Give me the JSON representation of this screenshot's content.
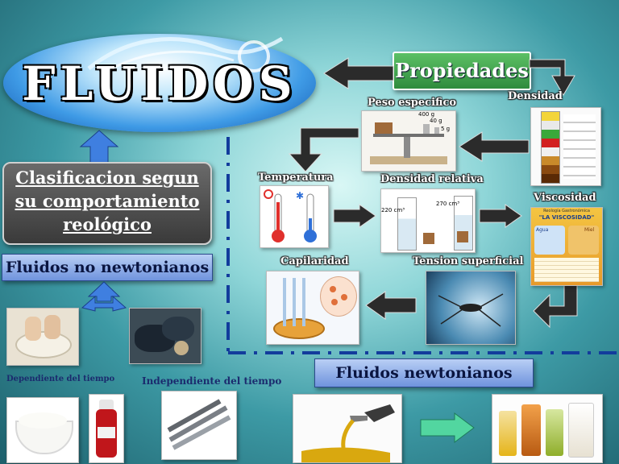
{
  "title": "FLUIDOS",
  "properties_header": "Propiedades",
  "classification_box": {
    "line1": "Clasificacion segun",
    "line2": "su comportamiento",
    "line3": "reológico"
  },
  "non_newtonian_label": "Fluidos no newtonianos",
  "newtonian_label": "Fluidos newtonianos",
  "time_dependent_label": "Dependiente del tiempo",
  "time_independent_label": "Independiente del tiempo",
  "properties": {
    "peso_especifico": "Peso especifico",
    "densidad": "Densidad",
    "temperatura": "Temperatura",
    "densidad_relativa": "Densidad relativa",
    "viscosidad": "Viscosidad",
    "capilaridad": "Capilaridad",
    "tension_superficial": "Tension superficial"
  },
  "image_text": {
    "scale_mass_1": "400 g",
    "scale_mass_2": "40 g",
    "scale_mass_3": "5 g",
    "cylinder_vol_1": "220 cm³",
    "cylinder_vol_2": "270 cm³",
    "viscosity_title": "\"LA VISCOSIDAD\"",
    "viscosity_top": "Reología Gastronómica",
    "viscosity_a": "Agua",
    "viscosity_b": "Miel"
  },
  "colors": {
    "accent_blue": "#6f93dd",
    "arrow_dark": "#2b2b2b",
    "dash_blue": "#123c9c",
    "green_header": "#2e8b3d"
  }
}
